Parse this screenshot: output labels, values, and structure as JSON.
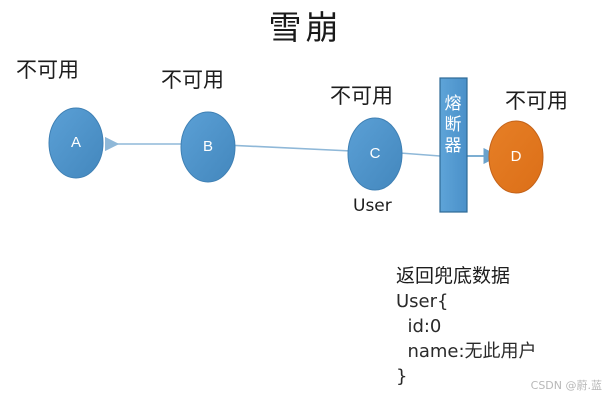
{
  "diagram": {
    "title": "雪崩",
    "watermark": "CSDN @蔚.蓝",
    "colors": {
      "node_blue": "#4a90c9",
      "node_blue_stroke": "#3b7aab",
      "node_orange": "#e0751f",
      "node_orange_stroke": "#c4631a",
      "breaker_fill": "#4a90c9",
      "breaker_stroke": "#2e6a96",
      "arrow": "#8fb8d8",
      "text": "#1d1d1d",
      "background": "#ffffff"
    },
    "nodes": [
      {
        "id": "A",
        "letter": "A",
        "status_label": "不可用",
        "fill": "#4a90c9"
      },
      {
        "id": "B",
        "letter": "B",
        "status_label": "不可用",
        "fill": "#4a90c9"
      },
      {
        "id": "C",
        "letter": "C",
        "status_label": "不可用",
        "caption": "User",
        "fill": "#4a90c9"
      },
      {
        "id": "D",
        "letter": "D",
        "status_label": "不可用",
        "fill": "#e0751f"
      }
    ],
    "breaker": {
      "label": "熔断器",
      "chars": [
        "熔",
        "断",
        "器"
      ]
    },
    "fallback": {
      "title": "返回兜底数据",
      "lines": [
        "User{",
        "  id:0",
        "  name:无此用户",
        "}"
      ]
    }
  }
}
